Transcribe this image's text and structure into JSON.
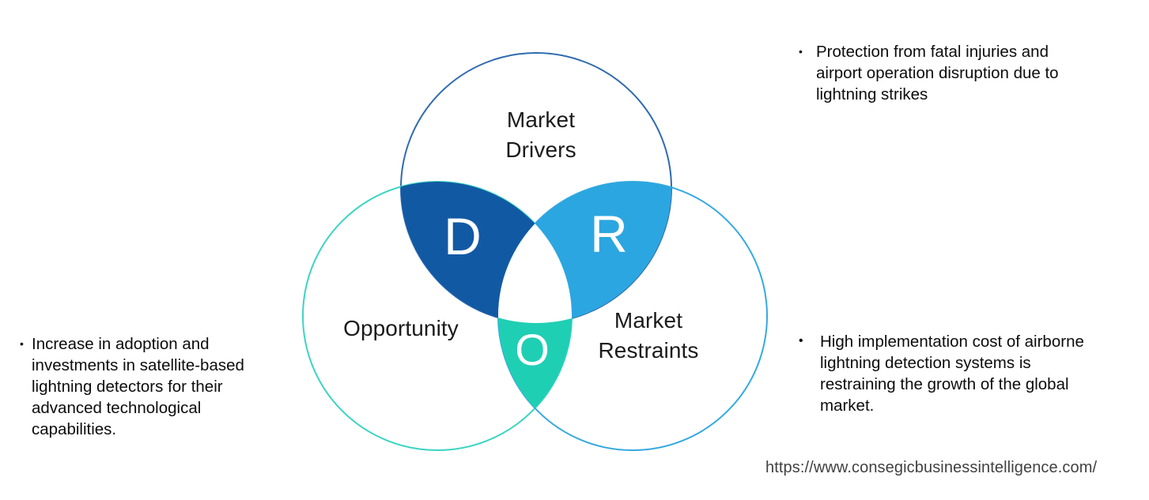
{
  "diagram": {
    "regions": {
      "d": {
        "letter": "D",
        "fill": "#1259A4"
      },
      "r": {
        "letter": "R",
        "fill": "#2CA6E0"
      },
      "o": {
        "letter": "O",
        "fill": "#1FCFB3"
      }
    },
    "circles": {
      "drivers": {
        "label": "Market\nDrivers",
        "stroke": "#2E6AAF"
      },
      "opportunity": {
        "label": "Opportunity",
        "stroke": "#3BD5C2"
      },
      "restraints": {
        "label": "Market\nRestraints",
        "stroke": "#36A9E1"
      }
    }
  },
  "bullets": {
    "drivers": {
      "marker": "•",
      "text": "Protection from fatal injuries and\nairport operation disruption due to\nlightning strikes"
    },
    "opportunity": {
      "marker": "•",
      "text": "Increase in adoption and\ninvestments in satellite-based\nlightning detectors for their\nadvanced technological\ncapabilities."
    },
    "restraints": {
      "marker": "•",
      "text": "High implementation cost of airborne\nlightning detection systems is\nrestraining the growth of the global\nmarket."
    }
  },
  "footer": {
    "url": "https://www.consegicbusinessintelligence.com/"
  }
}
